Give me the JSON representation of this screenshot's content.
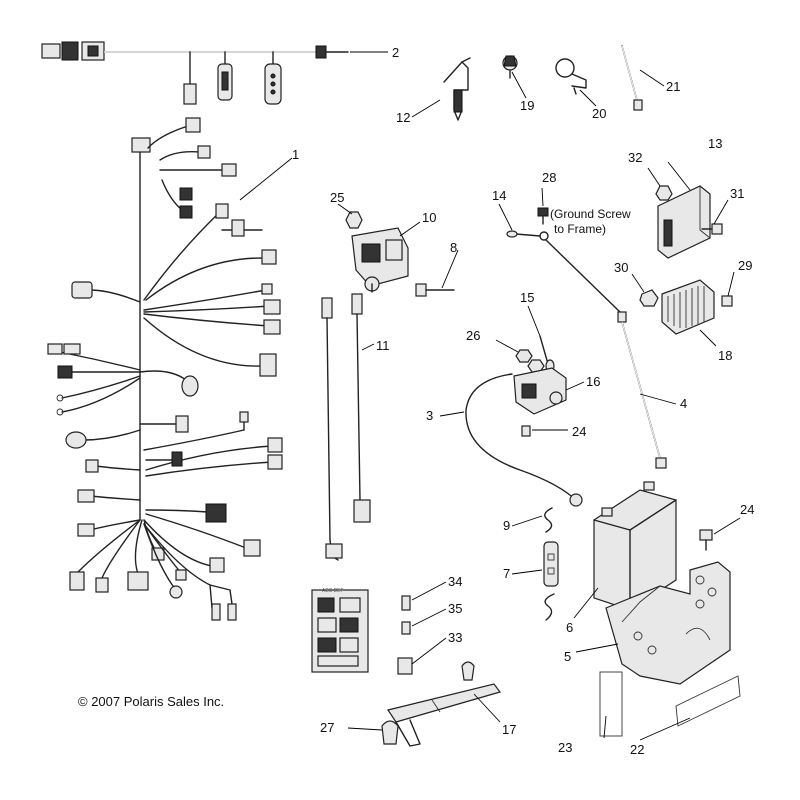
{
  "callouts": [
    {
      "id": "c1",
      "label": "1"
    },
    {
      "id": "c2",
      "label": "2"
    },
    {
      "id": "c3",
      "label": "3"
    },
    {
      "id": "c4",
      "label": "4"
    },
    {
      "id": "c5",
      "label": "5"
    },
    {
      "id": "c6",
      "label": "6"
    },
    {
      "id": "c7",
      "label": "7"
    },
    {
      "id": "c8",
      "label": "8"
    },
    {
      "id": "c9",
      "label": "9"
    },
    {
      "id": "c10",
      "label": "10"
    },
    {
      "id": "c11",
      "label": "11"
    },
    {
      "id": "c12",
      "label": "12"
    },
    {
      "id": "c13",
      "label": "13"
    },
    {
      "id": "c14",
      "label": "14"
    },
    {
      "id": "c15",
      "label": "15"
    },
    {
      "id": "c16",
      "label": "16"
    },
    {
      "id": "c17",
      "label": "17"
    },
    {
      "id": "c18",
      "label": "18"
    },
    {
      "id": "c19",
      "label": "19"
    },
    {
      "id": "c20",
      "label": "20"
    },
    {
      "id": "c21",
      "label": "21"
    },
    {
      "id": "c22",
      "label": "22"
    },
    {
      "id": "c23",
      "label": "23"
    },
    {
      "id": "c24a",
      "label": "24"
    },
    {
      "id": "c24b",
      "label": "24"
    },
    {
      "id": "c25",
      "label": "25"
    },
    {
      "id": "c26",
      "label": "26"
    },
    {
      "id": "c27",
      "label": "27"
    },
    {
      "id": "c28",
      "label": "28"
    },
    {
      "id": "c29",
      "label": "29"
    },
    {
      "id": "c30",
      "label": "30"
    },
    {
      "id": "c31",
      "label": "31"
    },
    {
      "id": "c32",
      "label": "32"
    },
    {
      "id": "c33",
      "label": "33"
    },
    {
      "id": "c34",
      "label": "34"
    },
    {
      "id": "c35",
      "label": "35"
    }
  ],
  "notes": {
    "ground_screw_line1": "(Ground Screw",
    "ground_screw_line2": "to Frame)"
  },
  "copyright": "© 2007 Polaris Sales Inc."
}
